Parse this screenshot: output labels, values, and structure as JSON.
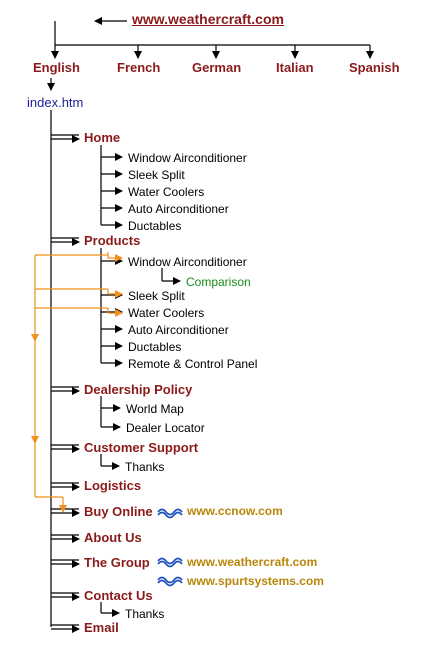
{
  "site": "www.weathercraft.com",
  "languages": [
    "English",
    "French",
    "German",
    "Italian",
    "Spanish"
  ],
  "index": "index.htm",
  "sections": {
    "home": {
      "label": "Home",
      "items": [
        "Window Airconditioner",
        "Sleek Split",
        "Water Coolers",
        "Auto Airconditioner",
        "Ductables"
      ]
    },
    "products": {
      "label": "Products",
      "items": [
        "Window Airconditioner",
        "Sleek Split",
        "Water Coolers",
        "Auto Airconditioner",
        "Ductables",
        "Remote  & Control Panel"
      ],
      "comparison": "Comparison"
    },
    "dealership": {
      "label": "Dealership Policy",
      "items": [
        "World Map",
        "Dealer Locator"
      ]
    },
    "support": {
      "label": "Customer Support",
      "items": [
        "Thanks"
      ]
    },
    "logistics": {
      "label": "Logistics"
    },
    "buy_online": {
      "label": "Buy Online",
      "link": "www.ccnow.com"
    },
    "about": {
      "label": "About Us"
    },
    "group": {
      "label": "The Group",
      "links": [
        "www.weathercraft.com",
        "www.spurtsystems.com"
      ]
    },
    "contact": {
      "label": "Contact Us",
      "items": [
        "Thanks"
      ]
    },
    "email": {
      "label": "Email"
    }
  },
  "colors": {
    "connector": "#000000",
    "cross_link": "#f0901e",
    "external_wave": "#1f4fbf",
    "section_text": "#8b1a1a",
    "external_text": "#b8860b",
    "comparison_text": "#1a8a1a"
  }
}
